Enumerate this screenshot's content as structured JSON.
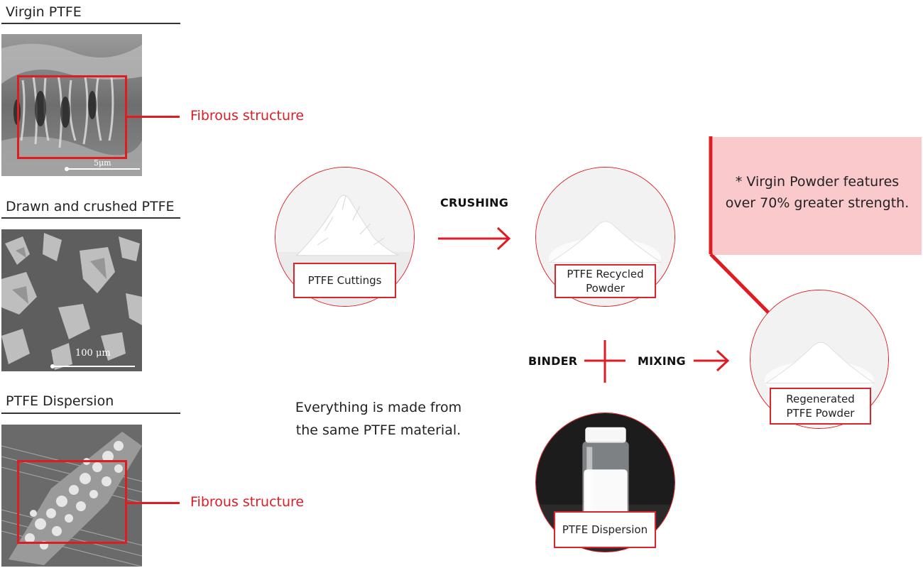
{
  "left_panel": {
    "sections": [
      {
        "title": "Virgin PTFE",
        "label": "Fibrous structure",
        "scale_text": "5μm"
      },
      {
        "title": "Drawn and crushed PTFE",
        "scale_text": "100 μm"
      },
      {
        "title": "PTFE Dispersion",
        "label": "Fibrous structure"
      }
    ]
  },
  "process": {
    "cuttings_caption": "PTFE Cuttings",
    "crushing_label": "CRUSHING",
    "recycled_caption_line1": "PTFE Recycled",
    "recycled_caption_line2": "Powder",
    "binder_label": "BINDER",
    "mixing_label": "MIXING",
    "dispersion_caption": "PTFE Dispersion",
    "regenerated_caption_line1": "Regenerated",
    "regenerated_caption_line2": "PTFE Powder",
    "middle_text_line1": "Everything is made from",
    "middle_text_line2": "the same PTFE material."
  },
  "note": {
    "line1": "* Virgin Powder  features",
    "line2": "over 70% greater strength."
  },
  "colors": {
    "accent_red": "#e01b22",
    "note_background": "#f9c9cc"
  }
}
